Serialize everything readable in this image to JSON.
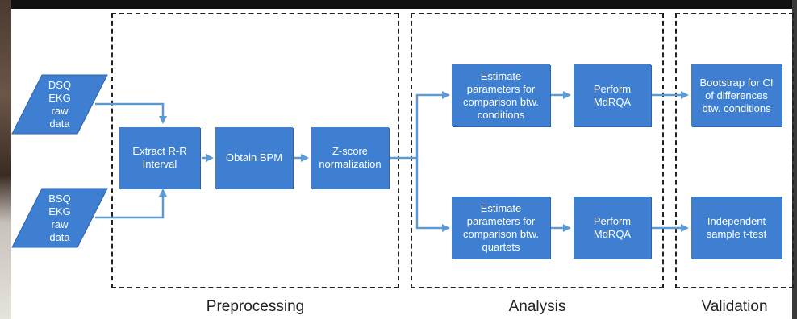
{
  "inputs": {
    "dsq": "DSQ\nEKG\nraw\ndata",
    "bsq": "BSQ\nEKG\nraw\ndata"
  },
  "preprocessing": {
    "extract": "Extract R-R\nInterval",
    "bpm": "Obtain BPM",
    "zscore": "Z-score\nnormalization",
    "label": "Preprocessing"
  },
  "analysis": {
    "estimate_conditions": "Estimate\nparameters for\ncomparison btw.\nconditions",
    "mdrqa_top": "Perform\nMdRQA",
    "estimate_quartets": "Estimate\nparameters for\ncomparison btw.\nquartets",
    "mdrqa_bottom": "Perform\nMdRQA",
    "label": "Analysis"
  },
  "validation": {
    "bootstrap": "Bootstrap for CI\nof differences\nbtw. conditions",
    "ttest": "Independent\nsample t-test",
    "label": "Validation"
  },
  "colors": {
    "box_fill": "#3f7fd1",
    "arrow": "#5b9bd5",
    "dashed_border": "#222222"
  }
}
